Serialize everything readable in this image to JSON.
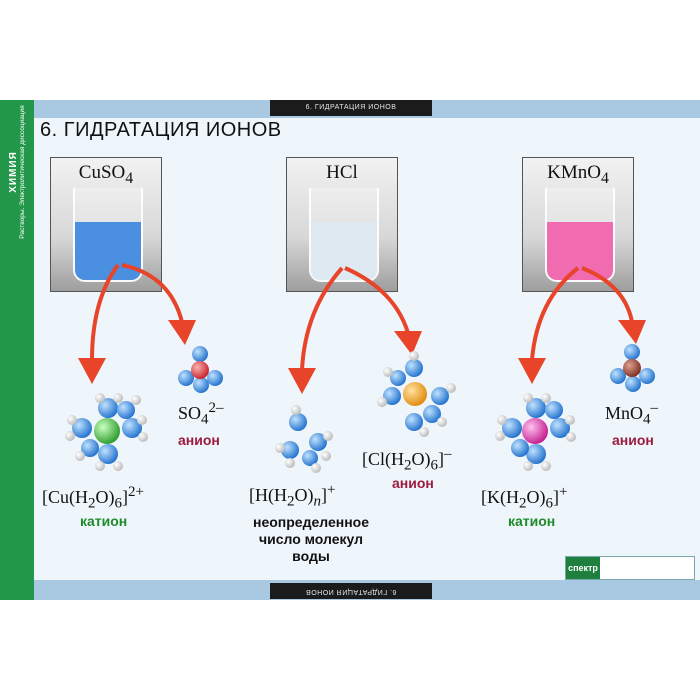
{
  "header": {
    "stripe_text": "6. ГИДРАТАЦИЯ ИОНОВ",
    "title": "6. ГИДРАТАЦИЯ  ИОНОВ"
  },
  "footer": {
    "stripe_text": "6. ГИДРАТАЦИЯ ИОНОВ"
  },
  "sidebar": {
    "subject": "ХИМИЯ",
    "section": "Растворы. Электролитическая диссоциация"
  },
  "publisher": {
    "logo": "спектр"
  },
  "beakers": [
    {
      "formula": "CuSO",
      "sub": "4",
      "liquid_color": "#4a8fe0"
    },
    {
      "formula": "HCl",
      "sub": "",
      "liquid_color": "#dfe9f2"
    },
    {
      "formula": "KMnO",
      "sub": "4",
      "liquid_color": "#f06bb0"
    }
  ],
  "ions": {
    "cu": {
      "pre": "[Cu(H",
      "s1": "2",
      "mid": "O)",
      "s2": "6",
      "post": "]",
      "sup": "2+",
      "role": "катион"
    },
    "so4": {
      "pre": "SO",
      "sub": "4",
      "sup": "2–",
      "role": "анион"
    },
    "h": {
      "pre": "[H(H",
      "s1": "2",
      "mid": "O)",
      "s2": "n",
      "post": "]",
      "sup": "+",
      "note": [
        "неопределенное",
        "число молекул",
        "воды"
      ]
    },
    "cl": {
      "pre": "[Cl(H",
      "s1": "2",
      "mid": "O)",
      "s2": "6",
      "post": "]",
      "sup": "–",
      "role": "анион"
    },
    "k": {
      "pre": "[K(H",
      "s1": "2",
      "mid": "O)",
      "s2": "6",
      "post": "]",
      "sup": "+",
      "role": "катион"
    },
    "mno4": {
      "pre": "MnO",
      "sub": "4",
      "sup": "–",
      "role": "анион"
    }
  },
  "colors": {
    "cation": "#1f8a2b",
    "anion": "#9c1a3e",
    "arrow": "#e8442a",
    "water_o": "#2e8ae6",
    "water_h": "#f0f0f0",
    "cu_center": "#3bbf3b",
    "cl_center": "#f2a319",
    "k_center": "#d92ea4",
    "s_center": "#d9303a",
    "mn_center": "#8a3a2a"
  }
}
